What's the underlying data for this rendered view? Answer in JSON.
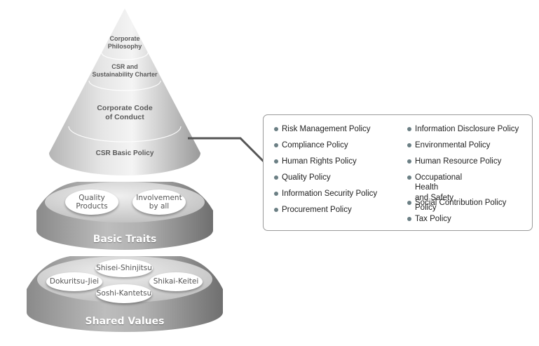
{
  "pyramid": {
    "levels": [
      {
        "label": "Corporate\nPhilosophy"
      },
      {
        "label": "CSR and\nSustainability Charter"
      },
      {
        "label": "Corporate Code\nof Conduct"
      },
      {
        "label": "CSR Basic Policy"
      }
    ]
  },
  "basic_traits": {
    "title": "Basic Traits",
    "items": [
      "Quality\nProducts",
      "Involvement\nby all"
    ]
  },
  "shared_values": {
    "title": "Shared Values",
    "items": [
      "Shisei-Shinjitsu",
      "Dokuritsu-Jiei",
      "Shikai-Keitei",
      "Soshi-Kantetsu"
    ]
  },
  "policies": {
    "left": [
      "Risk Management Policy",
      "Compliance Policy",
      "Human Rights Policy",
      "Quality Policy",
      "Information Security Policy",
      "Procurement Policy"
    ],
    "right": [
      "Information Disclosure Policy",
      "Environmental Policy",
      "Human Resource Policy",
      "Occupational Health\nand Safety Policy",
      "Social Contribution Policy",
      "Tax Policy"
    ]
  },
  "colors": {
    "bullet": "#6b7f84",
    "connector": "#555555"
  }
}
